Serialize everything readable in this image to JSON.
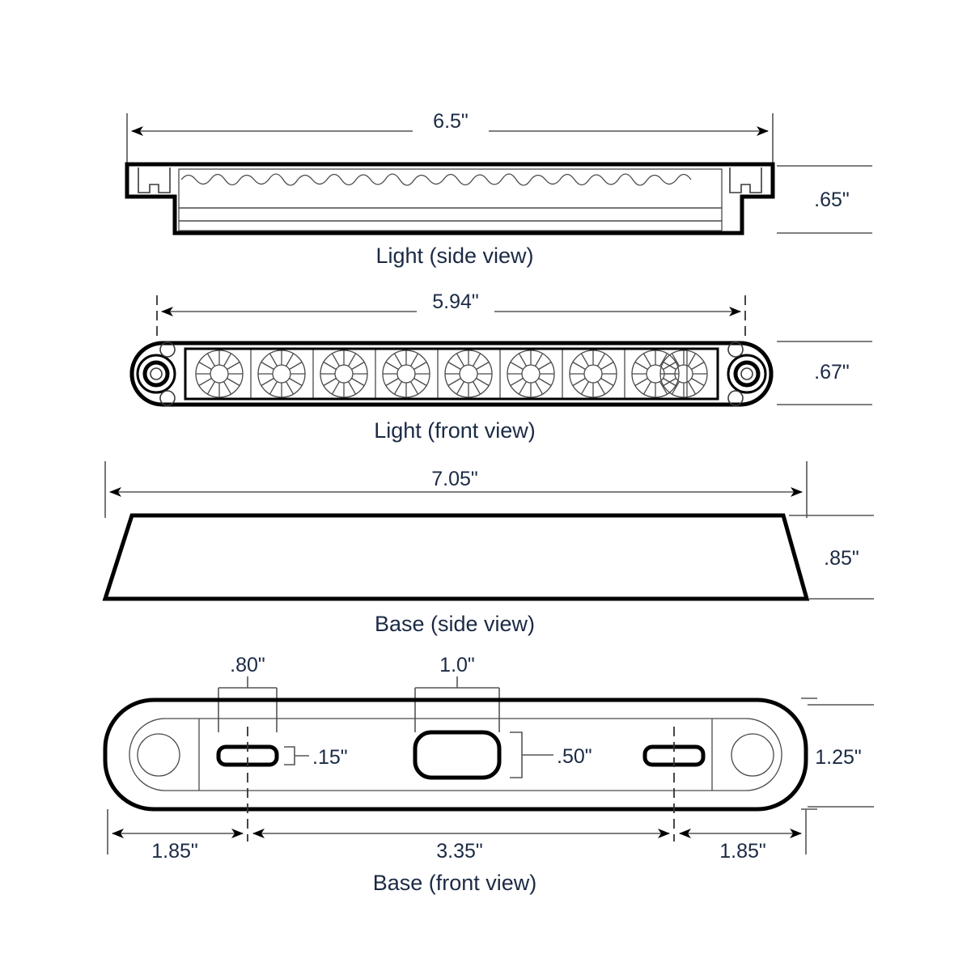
{
  "document": {
    "title": "LED Light Bar Dimensional Drawing",
    "units": "inches",
    "background_color": "#ffffff",
    "line_color": "#000000",
    "text_color": "#1b2a44"
  },
  "views": [
    {
      "id": "light-side",
      "caption": "Light (side view)",
      "width_dim": "6.5\"",
      "height_dim": ".65\""
    },
    {
      "id": "light-front",
      "caption": "Light (front view)",
      "width_dim": "5.94\"",
      "height_dim": ".67\"",
      "led_count": 9
    },
    {
      "id": "base-side",
      "caption": "Base (side view)",
      "width_dim": "7.05\"",
      "height_dim": ".85\""
    },
    {
      "id": "base-front",
      "caption": "Base (front view)",
      "height_dim": "1.25\"",
      "top_dims": [
        ".80\"",
        "1.0\""
      ],
      "bottom_dims": [
        "1.85\"",
        "3.35\"",
        "1.85\""
      ],
      "slot_dims": [
        ".15\"",
        ".50\""
      ]
    }
  ],
  "dimensions": {
    "light_side_length": "6.5\"",
    "light_side_height": ".65\"",
    "light_front_length": "5.94\"",
    "light_front_height": ".67\"",
    "base_side_length": "7.05\"",
    "base_side_height": ".85\"",
    "base_front_height": "1.25\"",
    "small_slot_width": ".80\"",
    "center_slot_width": "1.0\"",
    "small_slot_height": ".15\"",
    "center_slot_height": ".50\"",
    "left_span": "1.85\"",
    "center_span": "3.35\"",
    "right_span": "1.85\""
  },
  "captions": {
    "light_side": "Light (side view)",
    "light_front": "Light (front view)",
    "base_side": "Base (side view)",
    "base_front": "Base (front view)"
  }
}
